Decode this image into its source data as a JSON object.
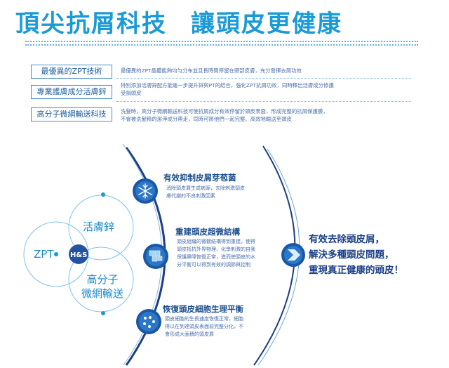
{
  "header": {
    "title_part1": "頂尖抗屑科技",
    "title_part2": "讓頭皮更健康"
  },
  "rows": [
    {
      "label": "最優異的ZPT技術",
      "lines": [
        "最優異的ZPT晶體能夠均勻分布並且長時間停留在頭部皮膚，充分發揮去屑功效"
      ]
    },
    {
      "label": "專業護膚成分活膚鋅",
      "lines": [
        "特別添加活膚鋅配方能進一步提升鋅與PT的結合，強化ZPT抗屑功效，同時釋出活膚成分修護",
        "受損頭皮"
      ]
    },
    {
      "label": "高分子微網輸送科技",
      "lines": [
        "洗髮時，高分子微網輸送科技可使抗屑成分有效停留於頭皮表面，形成完整的抗屑保護膜，",
        "不會被洗髮精的潔淨成分帶走，同時可將他們一起完整、高效地輸送至頭皮"
      ]
    }
  ],
  "features": [
    {
      "title": "有效抑制皮屑芽苞菌",
      "lines": [
        "消除頭皮屑生成病源，去除刺激頭皮",
        "膚代謝的不良刺激因素"
      ],
      "icon": "snowflake-icon"
    },
    {
      "title": "重建頭皮超微結構",
      "lines": [
        "頭皮組織的微觀結構得到重建，使得",
        "頭皮抵抗外界物理、化學刺激的自我",
        "保護屏障恢復正常，進而使頭皮的水",
        "分平衡可以得到有效的調節與控制"
      ],
      "icon": "cubes-icon"
    },
    {
      "title": "恢復頭皮細胞生理平衡",
      "lines": [
        "頭皮細胞的生長速度恢復正常，細胞",
        "得以在到達頭皮表面前完整分化，不",
        "會形成大面積的頭皮屑"
      ],
      "icon": "cells-icon"
    }
  ],
  "venn": {
    "left": "ZPT",
    "center": "H&S",
    "top": "活膚鋅",
    "bottom": [
      "高分子",
      "微網輸送"
    ]
  },
  "result": [
    "有效去除頭皮屑，",
    "解決多種頭皮問題，",
    "重現真正健康的頭皮！"
  ],
  "colors": {
    "primary": "#1a9ad6",
    "navy": "#1c3f86",
    "text": "#4a6ea8"
  }
}
